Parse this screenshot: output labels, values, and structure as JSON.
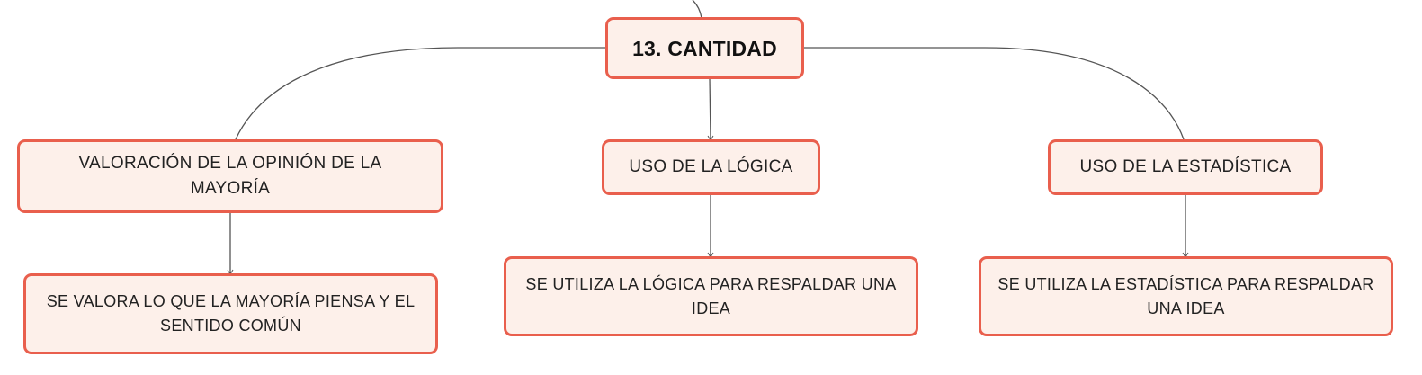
{
  "diagram": {
    "type": "concept-map",
    "root": {
      "label": "13. CANTIDAD"
    },
    "branches": [
      {
        "label": "VALORACIÓN DE LA OPINIÓN DE LA MAYORÍA",
        "child": {
          "label": "SE VALORA LO QUE LA MAYORÍA PIENSA Y EL SENTIDO COMÚN"
        }
      },
      {
        "label": "USO DE LA LÓGICA",
        "child": {
          "label": "SE UTILIZA LA LÓGICA PARA RESPALDAR UNA IDEA"
        }
      },
      {
        "label": "USO DE LA ESTADÍSTICA",
        "child": {
          "label": "SE UTILIZA LA ESTADÍSTICA PARA RESPALDAR UNA IDEA"
        }
      }
    ],
    "colors": {
      "node_border": "#e95f4d",
      "node_fill": "#fdf0ea",
      "edge": "#555555"
    }
  }
}
